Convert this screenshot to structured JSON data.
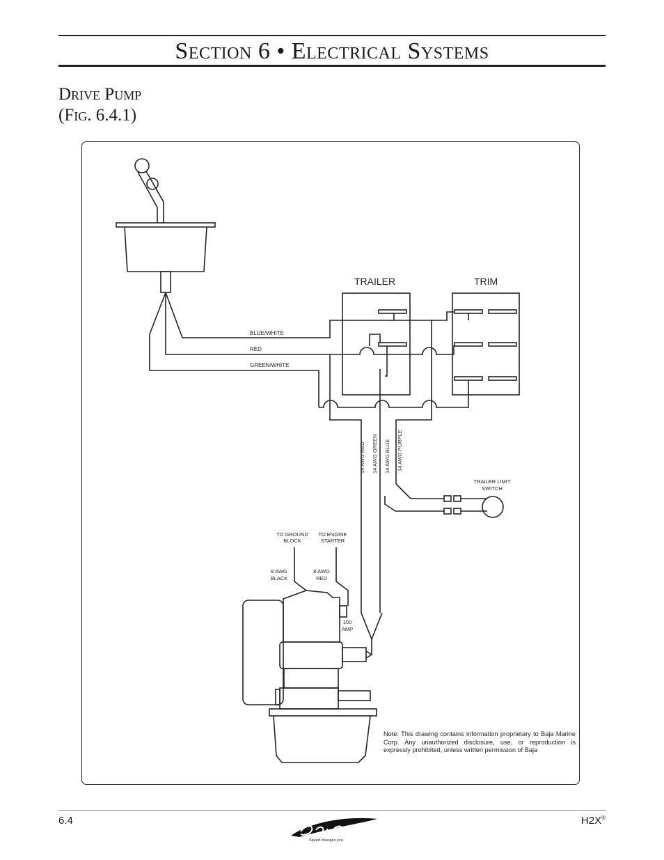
{
  "header": {
    "section_title": "Section 6 • Electrical Systems"
  },
  "figure": {
    "heading_line1": "Drive Pump",
    "heading_line2": "(Fig. 6.4.1)"
  },
  "diagram": {
    "switch_labels": {
      "trailer": "TRAILER",
      "trim": "TRIM"
    },
    "wire_labels": {
      "blue_white": "BLUE/WHITE",
      "red": "RED",
      "green_white": "GREEN/WHITE",
      "awg_red": "14 AWG RED",
      "awg_green": "14 AWG GREEN",
      "awg_blue": "14 AWG BLUE",
      "awg_purple": "14 AWG PURPLE"
    },
    "limit_switch": {
      "line1": "TRAILER LIMIT",
      "line2": "SWITCH"
    },
    "ground": {
      "line1": "TO GROUND",
      "line2": "BLOCK"
    },
    "starter": {
      "line1": "TO ENGINE",
      "line2": "STARTER"
    },
    "black_cable": {
      "line1": "8 AWG",
      "line2": "BLACK"
    },
    "red_cable": {
      "line1": "8 AWG",
      "line2": "RED"
    },
    "fuse": {
      "line1": "100",
      "line2": "AMP"
    }
  },
  "note": "Note:  This drawing contains information proprietary to Baja Marine Corp. Any unauthorized disclosure, use, or reproduction is expressly prohibited, unless written permission of Baja",
  "footer": {
    "page_number": "6.4",
    "model": "H2X",
    "model_mark": "®",
    "logo_tagline": "Speed changes you."
  }
}
